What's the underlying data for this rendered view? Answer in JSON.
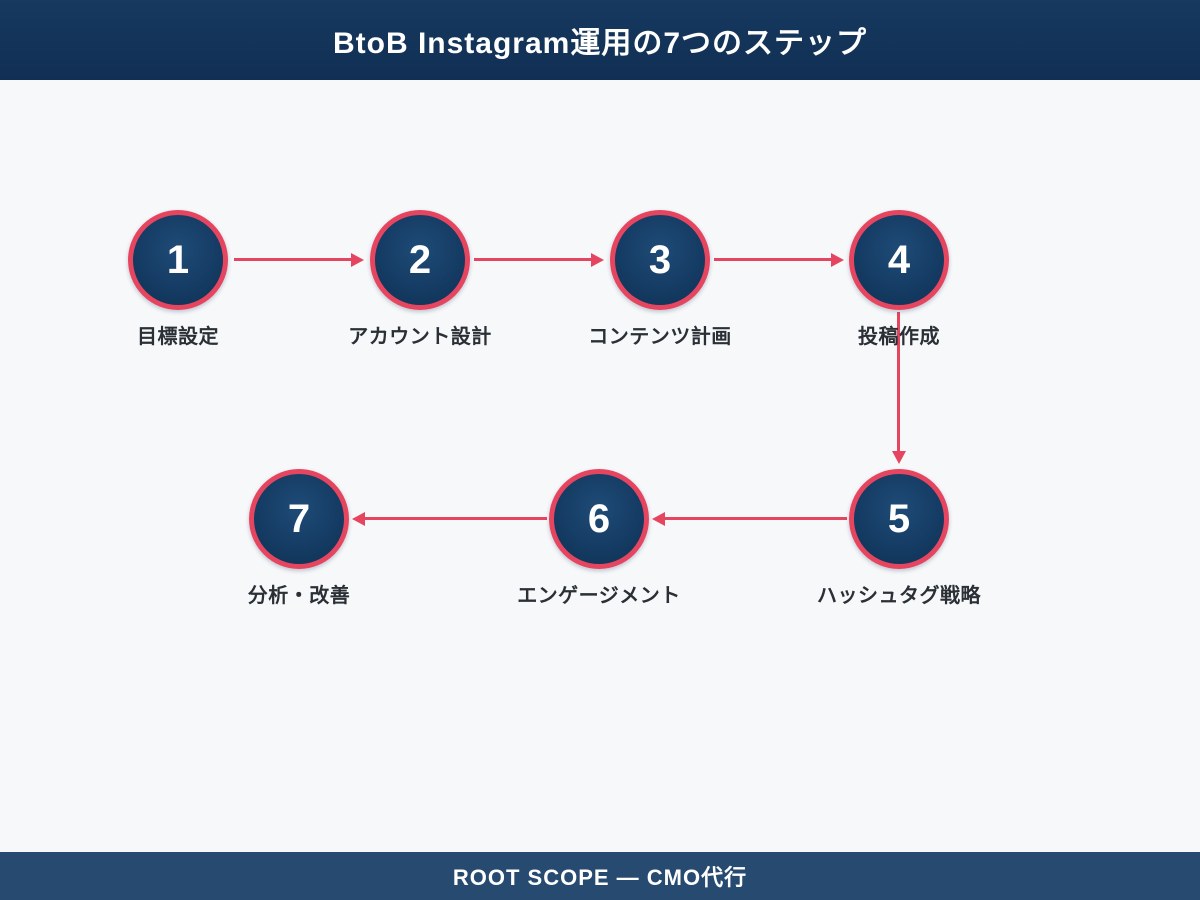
{
  "header": {
    "title": "BtoB Instagram運用の7つのステップ"
  },
  "footer": {
    "text": "ROOT SCOPE — CMO代行"
  },
  "colors": {
    "header_bg": "#14375f",
    "footer_bg": "#274a71",
    "page_bg": "#f7f8fa",
    "accent": "#e64560",
    "circle_fill_light": "#1e4b77",
    "circle_fill_dark": "#0f3154",
    "number_color": "#ffffff",
    "label_color": "#2b3036"
  },
  "steps": [
    {
      "number": "1",
      "label": "目標設定"
    },
    {
      "number": "2",
      "label": "アカウント設計"
    },
    {
      "number": "3",
      "label": "コンテンツ計画"
    },
    {
      "number": "4",
      "label": "投稿作成"
    },
    {
      "number": "5",
      "label": "ハッシュタグ戦略"
    },
    {
      "number": "6",
      "label": "エンゲージメント"
    },
    {
      "number": "7",
      "label": "分析・改善"
    }
  ],
  "connections": [
    {
      "from": "1",
      "to": "2",
      "direction": "right"
    },
    {
      "from": "2",
      "to": "3",
      "direction": "right"
    },
    {
      "from": "3",
      "to": "4",
      "direction": "right"
    },
    {
      "from": "4",
      "to": "5",
      "direction": "down"
    },
    {
      "from": "5",
      "to": "6",
      "direction": "left"
    },
    {
      "from": "6",
      "to": "7",
      "direction": "left"
    }
  ]
}
